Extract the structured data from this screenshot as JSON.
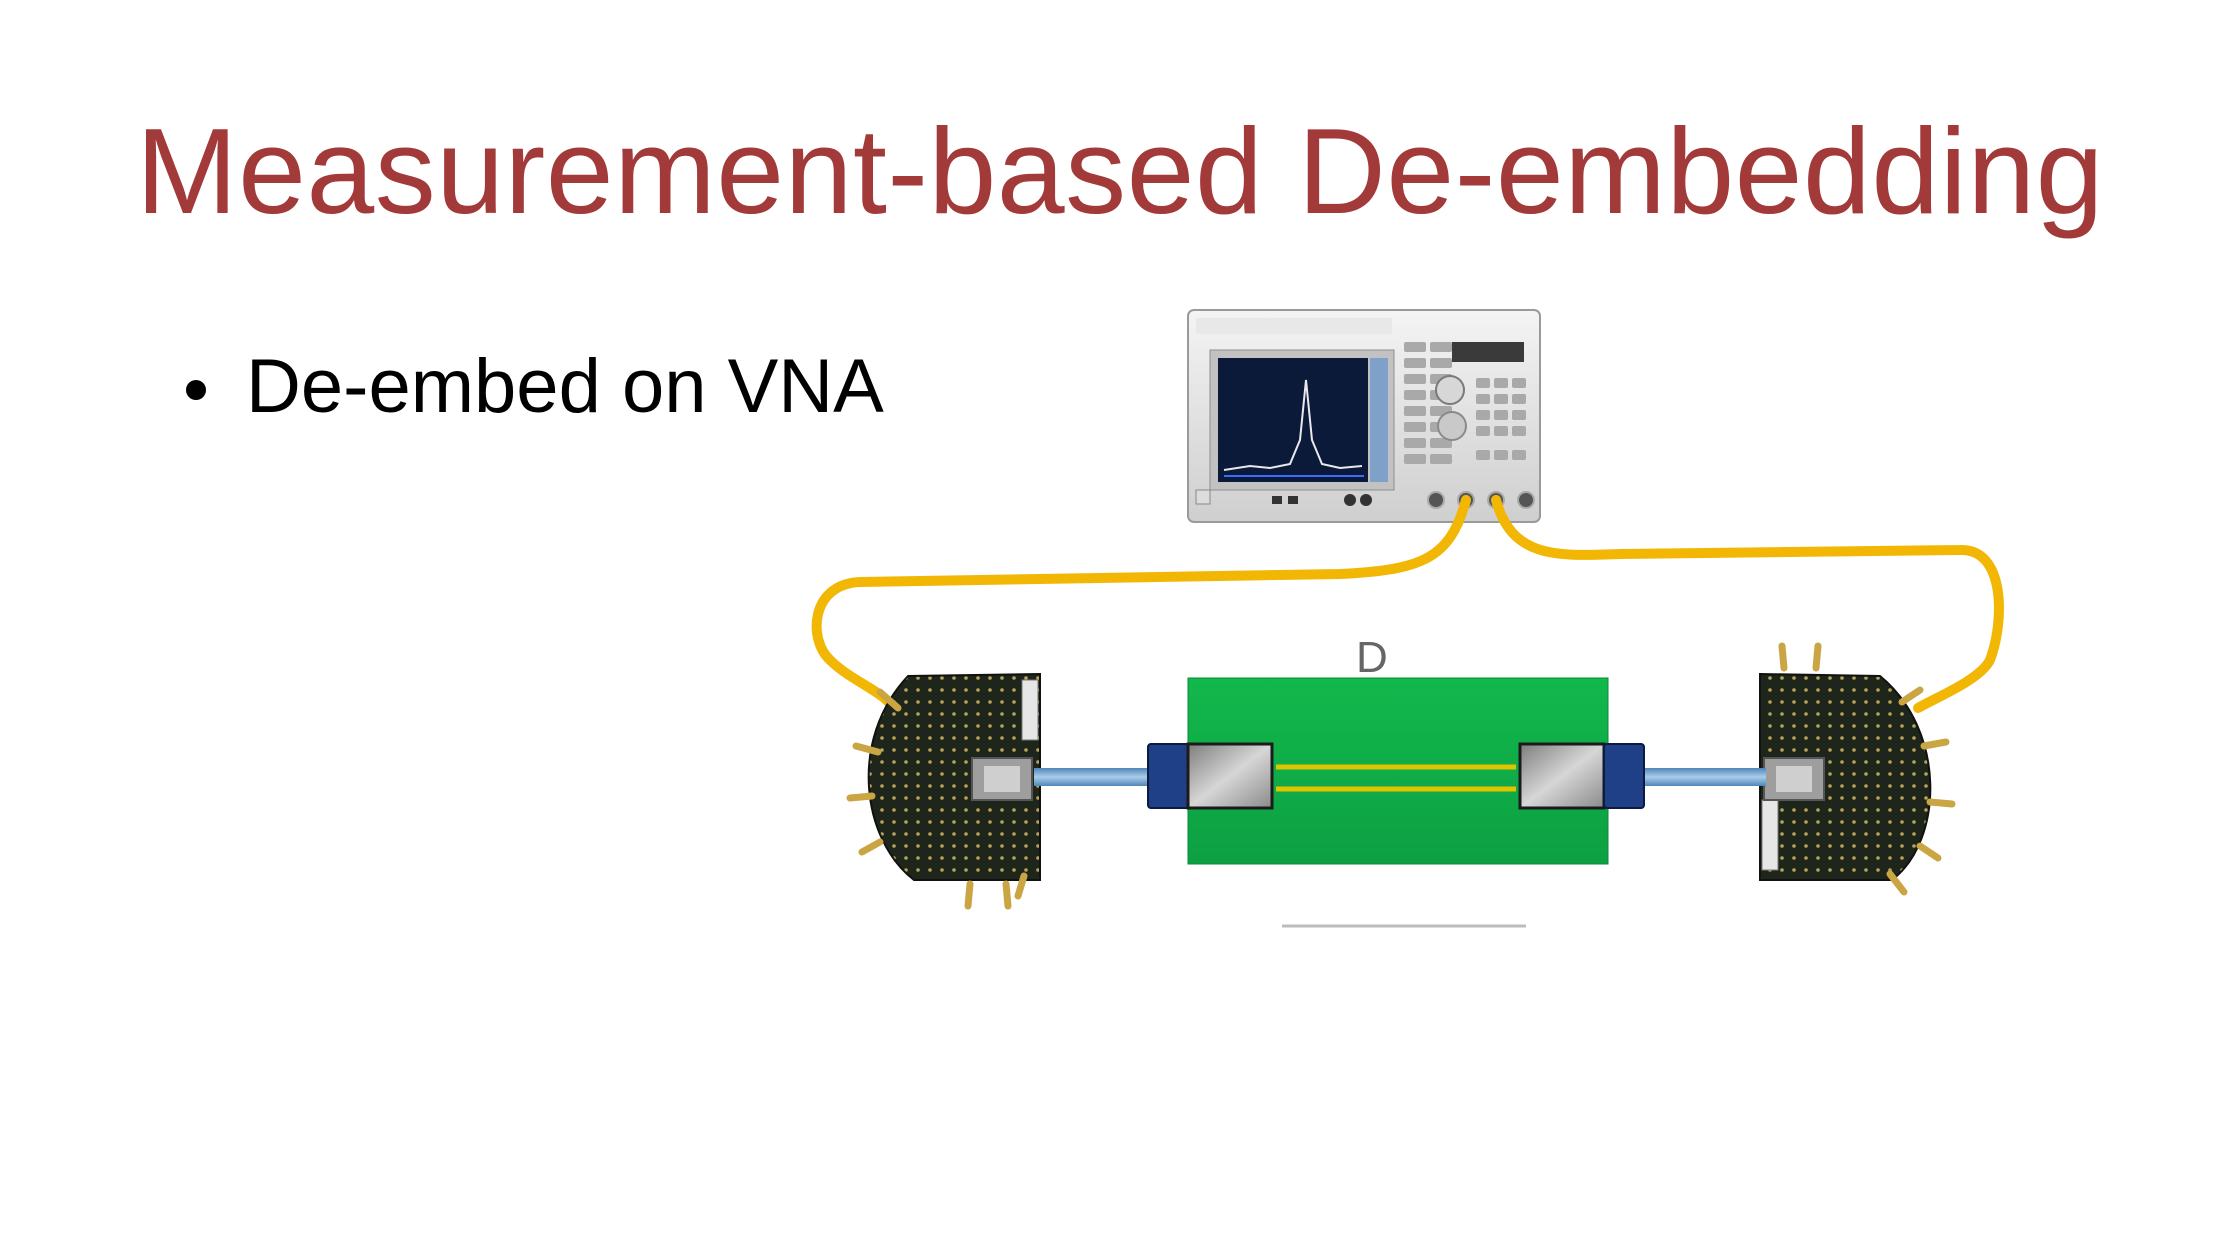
{
  "slide": {
    "title": "Measurement-based De-embedding",
    "bullets": [
      "De-embed on VNA"
    ]
  },
  "diagram": {
    "dut_label": "D",
    "components": [
      "vna-instrument",
      "test-cable-left",
      "test-cable-right",
      "probe-fixture-left",
      "probe-fixture-right",
      "dut-board"
    ]
  },
  "colors": {
    "title": "#a33a3a",
    "cable": "#f2b705",
    "pcb_green": "#10b24a",
    "fixture_dark": "#1f2a1c",
    "connector_blue": "#1f3f86",
    "trace_yellow": "#e0c400",
    "transmission_line_blue": "#7fb3d9"
  }
}
